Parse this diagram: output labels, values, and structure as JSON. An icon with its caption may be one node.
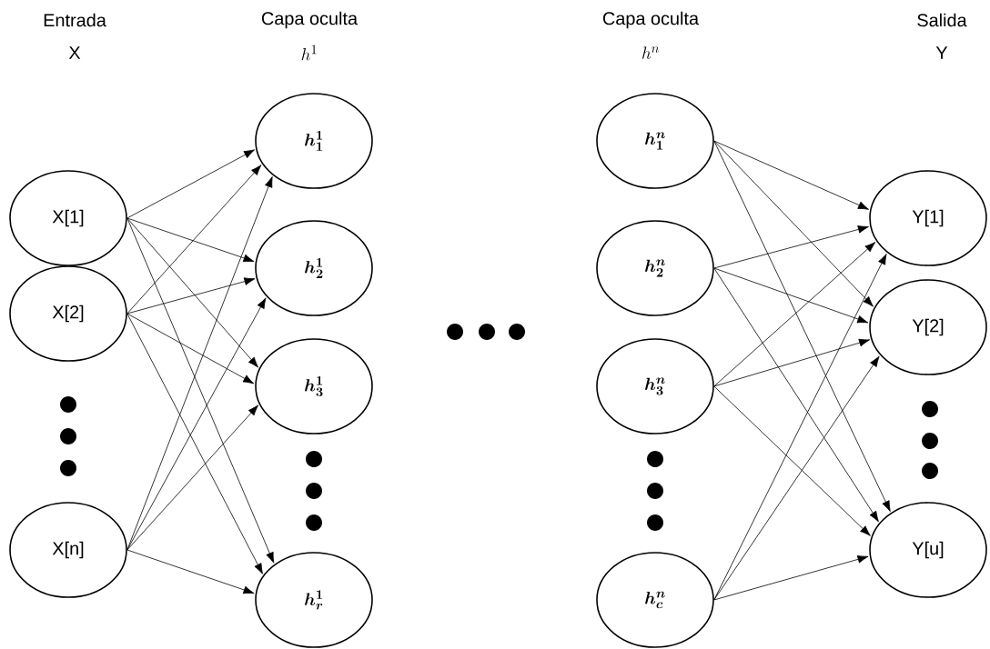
{
  "diagram": {
    "nodes": [
      {
        "text": [
          "X[1]"
        ]
      },
      {
        "text": [
          "X[2]"
        ]
      },
      {
        "text": [
          "X[n]"
        ]
      },
      {
        "text": [
          "\\bm{h^{1}_{1}}"
        ]
      },
      {
        "text": [
          "\\bm{h^{1}_{2}}"
        ]
      },
      {
        "text": [
          "\\bm{h^{1}_{3}}"
        ]
      },
      {
        "text": [
          "\\bm{h^{1}_{r}}"
        ]
      },
      {
        "text": [
          "\\bm{h^{n}_{1}}"
        ]
      },
      {
        "text": [
          "\\bm{h^{n}_{2}}"
        ]
      },
      {
        "text": [
          "\\bm{h^{n}_{3}}"
        ]
      },
      {
        "text": [
          "\\bm{h^{n}_{c}}"
        ]
      },
      {
        "text": [
          "Y[1]"
        ]
      },
      {
        "text": [
          "Y[2]"
        ]
      },
      {
        "text": [
          "Y[u]"
        ]
      }
    ],
    "edges": [
      {
        "from": 0,
        "to": 3,
        "arrow": "to"
      },
      {
        "from": 0,
        "to": 4,
        "arrow": "to"
      },
      {
        "from": 0,
        "to": 5,
        "arrow": "to"
      },
      {
        "from": 0,
        "to": 6,
        "arrow": "to"
      },
      {
        "from": 1,
        "to": 3,
        "arrow": "to"
      },
      {
        "from": 1,
        "to": 4,
        "arrow": "to"
      },
      {
        "from": 1,
        "to": 5,
        "arrow": "to"
      },
      {
        "from": 1,
        "to": 6,
        "arrow": "to"
      },
      {
        "from": 2,
        "to": 3,
        "arrow": "to"
      },
      {
        "from": 2,
        "to": 4,
        "arrow": "to"
      },
      {
        "from": 2,
        "to": 5,
        "arrow": "to"
      },
      {
        "from": 2,
        "to": 6,
        "arrow": "to"
      },
      {
        "from": 7,
        "to": 11,
        "arrow": "to"
      },
      {
        "from": 7,
        "to": 12,
        "arrow": "to"
      },
      {
        "from": 7,
        "to": 13,
        "arrow": "to"
      },
      {
        "from": 8,
        "to": 11,
        "arrow": "to"
      },
      {
        "from": 8,
        "to": 12,
        "arrow": "to"
      },
      {
        "from": 8,
        "to": 13,
        "arrow": "to"
      },
      {
        "from": 9,
        "to": 11,
        "arrow": "to"
      },
      {
        "from": 9,
        "to": 12,
        "arrow": "to"
      },
      {
        "from": 9,
        "to": 13,
        "arrow": "to"
      },
      {
        "from": 10,
        "to": 11,
        "arrow": "to"
      },
      {
        "from": 10,
        "to": 12,
        "arrow": "to"
      },
      {
        "from": 10,
        "to": 13,
        "arrow": "to"
      }
    ],
    "labels": [
      "Entrada",
      "X",
      "Capa oculta",
      "h^{1}",
      "Capa oculta",
      "h^{n}",
      "Salida",
      "Y"
    ]
  }
}
